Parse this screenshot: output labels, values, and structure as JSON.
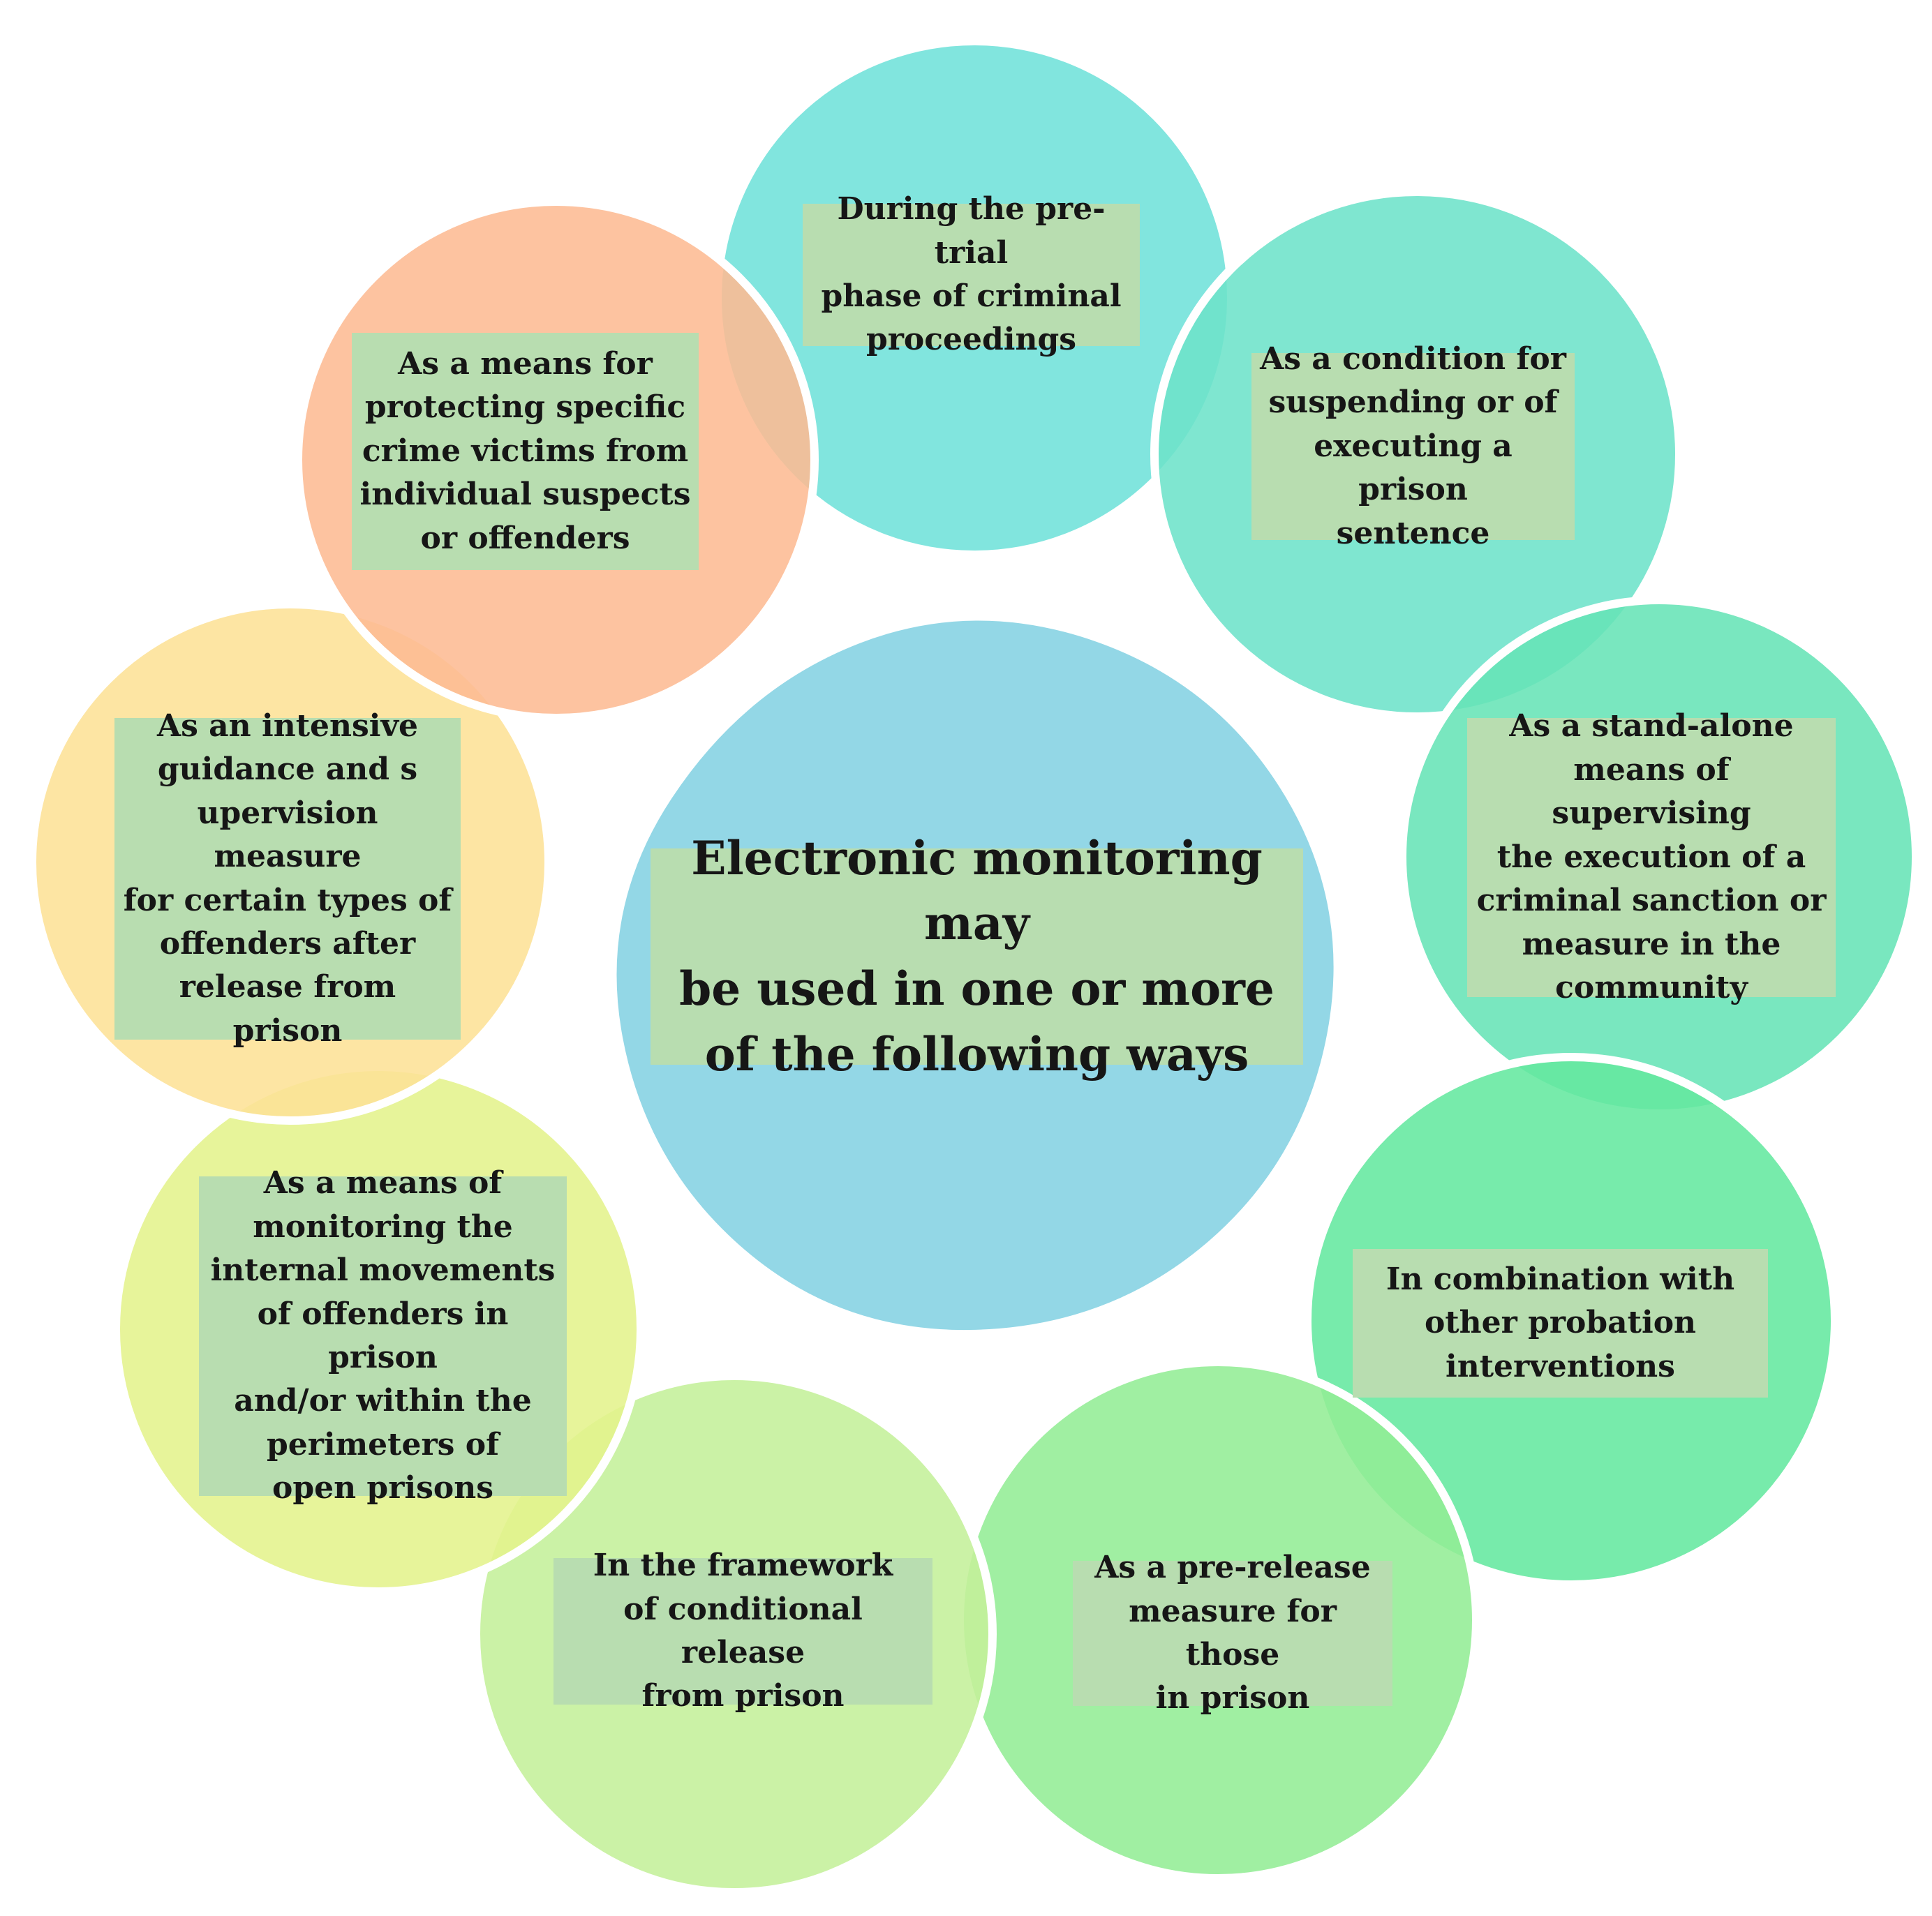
{
  "center": {
    "text": "Electronic monitoring may\nbe used in one or more\nof the following ways"
  },
  "items": [
    {
      "text": "During the pre-trial\nphase of criminal\nproceedings",
      "color": "#6fe1d9"
    },
    {
      "text": "As a condition for\nsuspending or of\nexecuting a prison\nsentence",
      "color": "#6de2c9"
    },
    {
      "text": "As a stand-alone\nmeans of supervising\nthe execution of a\ncriminal sanction or\nmeasure in the\ncommunity",
      "color": "#67e4b6"
    },
    {
      "text": "In combination with\nother probation\ninterventions",
      "color": "#64e89f"
    },
    {
      "text": "As a pre-release\nmeasure for those\nin prison",
      "color": "#93ed95"
    },
    {
      "text": "In the framework\nof conditional release\nfrom prison",
      "color": "#c4f09a"
    },
    {
      "text": "As a means of\nmonitoring the\ninternal movements\nof offenders in prison\nand/or within the\nperimeters of\nopen prisons",
      "color": "#e4f28c"
    },
    {
      "text": "As an intensive\nguidance and s\nupervision measure\nfor certain types of\noffenders after\nrelease from\nprison",
      "color": "#fde196"
    },
    {
      "text": "As a means for\nprotecting specific\ncrime victims from\nindividual suspects\nor offenders",
      "color": "#fdbb93"
    }
  ],
  "colors": {
    "hub": "#93d7e6",
    "label_bg": "#b8ddb0",
    "text": "#161616",
    "circle_border": "#ffffff"
  }
}
